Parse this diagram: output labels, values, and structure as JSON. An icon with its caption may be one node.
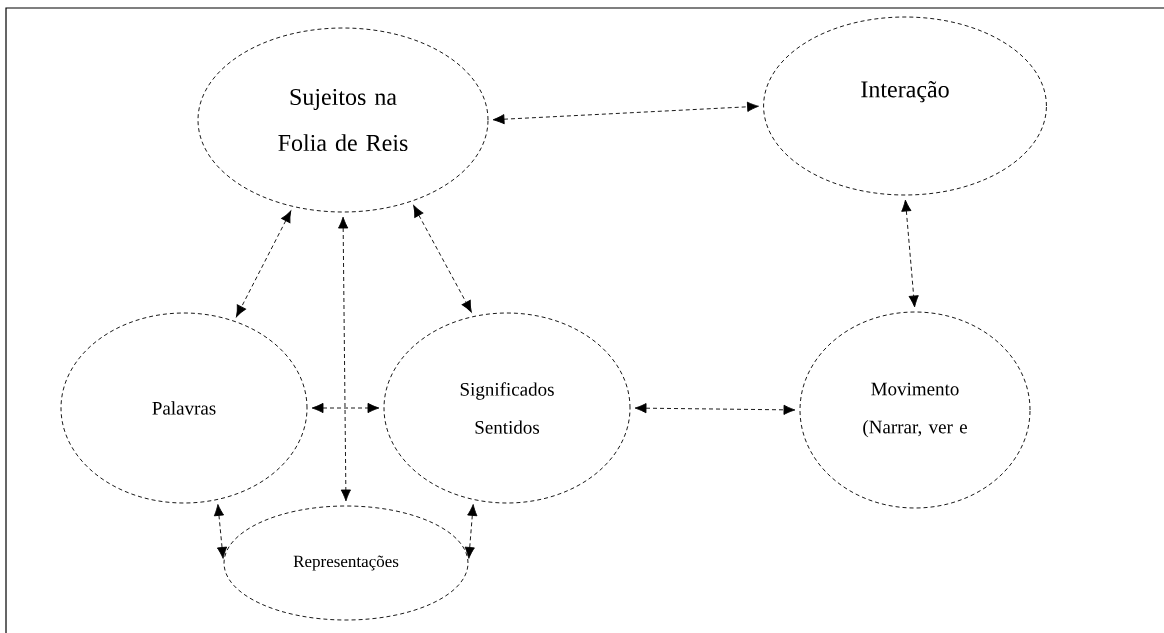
{
  "diagram": {
    "nodes": [
      {
        "text": [
          "Sujeitos na Folia de Reis"
        ]
      },
      {
        "text": [
          "Interação"
        ]
      },
      {
        "text": [
          "Palavras"
        ]
      },
      {
        "text": [
          "Significados Sentidos"
        ]
      },
      {
        "text": [
          "Movimento (Narrar, ver e"
        ]
      },
      {
        "text": [
          "Representações"
        ]
      }
    ],
    "edges": [
      {
        "from": 0,
        "to": 1,
        "arrow": "both"
      },
      {
        "from": 0,
        "to": 2,
        "arrow": "both"
      },
      {
        "from": 0,
        "to": 3,
        "arrow": "both"
      },
      {
        "from": 0,
        "to": 5,
        "arrow": "both"
      },
      {
        "from": 1,
        "to": 4,
        "arrow": "both"
      },
      {
        "from": 2,
        "to": 3,
        "arrow": "both"
      },
      {
        "from": 3,
        "to": 4,
        "arrow": "both"
      },
      {
        "from": 2,
        "to": 5,
        "arrow": "both"
      },
      {
        "from": 3,
        "to": 5,
        "arrow": "both"
      }
    ]
  }
}
